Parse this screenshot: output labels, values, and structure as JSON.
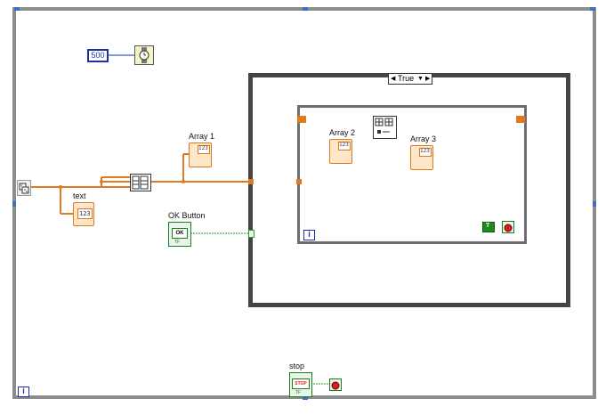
{
  "diagram": {
    "wait_constant": "500",
    "case_selector": "True",
    "iteration_label": "i",
    "labels": {
      "array1": "Array 1",
      "array2": "Array 2",
      "array3": "Array 3",
      "text": "text",
      "ok_button": "OK Button",
      "stop": "stop"
    },
    "indicator_text": "123",
    "ok_glyph": "OK",
    "stop_glyph": "STOP",
    "tf_glyph": "TF",
    "true_constant": "T"
  },
  "colors": {
    "wire_orange": "#e07a20",
    "wire_green": "#2a9a2a",
    "loop_border": "#808080",
    "numeric_blue": "#1b2fa8",
    "stop_red": "#d02020"
  }
}
